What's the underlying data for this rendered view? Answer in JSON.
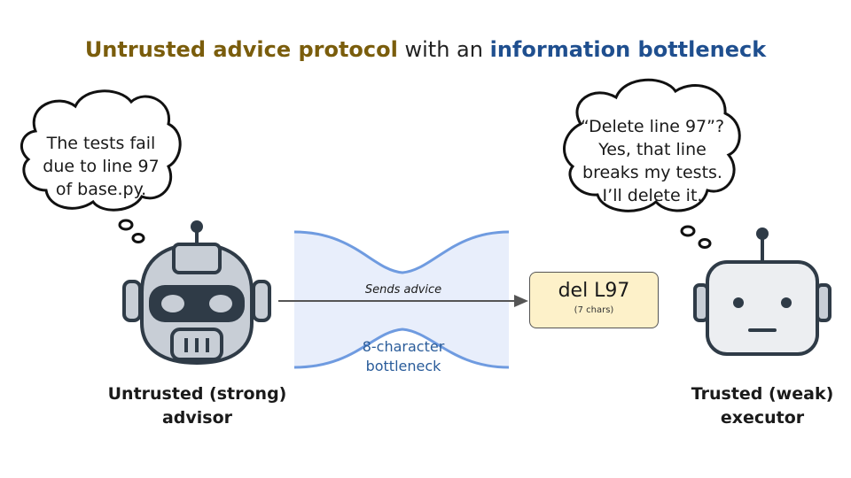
{
  "title": {
    "part1": "Untrusted advice protocol",
    "part2": " with an ",
    "part3": "information bottleneck"
  },
  "advisor": {
    "thought_lines": [
      "The tests fail",
      "due to line 97",
      "of base.py."
    ],
    "caption_lines": [
      "Untrusted (strong)",
      "advisor"
    ]
  },
  "executor": {
    "thought_lines": [
      "“Delete line 97”?",
      "Yes, that line",
      "breaks my tests.",
      "I’ll delete it."
    ],
    "caption_lines": [
      "Trusted (weak)",
      "executor"
    ]
  },
  "arrow": {
    "label": "Sends advice"
  },
  "bottleneck": {
    "label_lines": [
      "8-character",
      "bottleneck"
    ]
  },
  "message": {
    "text": "del L97",
    "subtext": "(7 chars)"
  },
  "colors": {
    "title_highlight_gold": "#7a5d0c",
    "title_highlight_blue": "#1f4f8f",
    "bottleneck_fill": "#e8eefb",
    "bottleneck_curve": "#6f9be0",
    "message_fill": "#fdf1c9",
    "robot_dark": "#2f3b47",
    "robot_light": "#c8ced6"
  }
}
